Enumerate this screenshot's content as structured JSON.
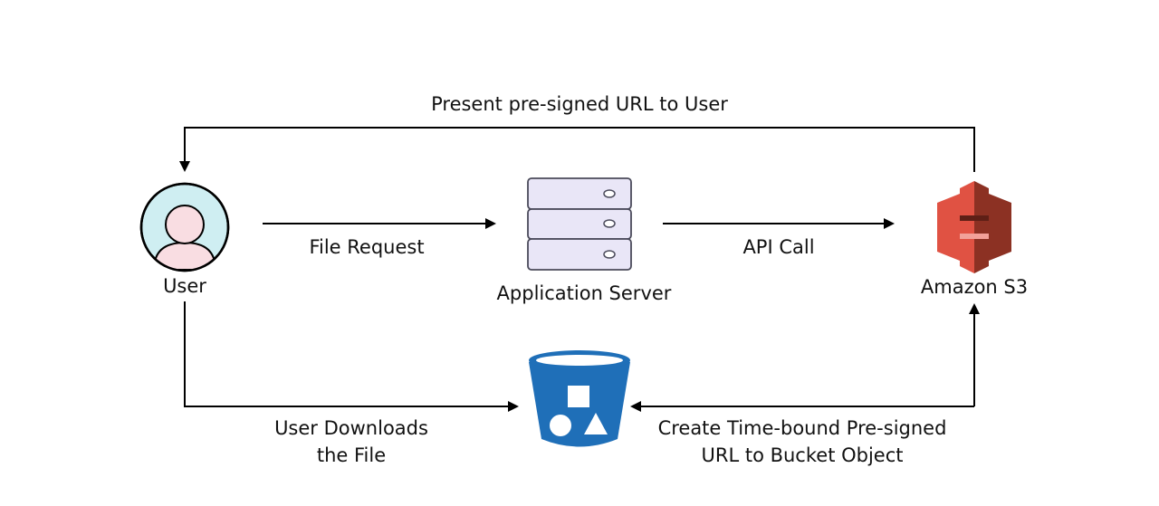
{
  "nodes": {
    "user": {
      "label": "User"
    },
    "server": {
      "label": "Application Server"
    },
    "s3": {
      "label": "Amazon S3"
    }
  },
  "edges": {
    "present_url": {
      "label": "Present pre-signed URL to User"
    },
    "file_request": {
      "label": "File Request"
    },
    "api_call": {
      "label": "API Call"
    },
    "user_downloads": {
      "lines": [
        "User Downloads",
        "the File"
      ]
    },
    "create_url": {
      "lines": [
        "Create Time-bound Pre-signed",
        "URL to Bucket Object"
      ]
    }
  },
  "colors": {
    "line": "#000000",
    "user_ring": "#cfeef2",
    "user_body": "#f9dde2",
    "server_fill": "#e9e6f7",
    "server_stroke": "#4a4a5a",
    "bucket": "#1f6fb8",
    "s3_light": "#e05243",
    "s3_dark": "#8c3123"
  },
  "icons": {
    "user": "user-avatar-icon",
    "server": "server-stack-icon",
    "bucket": "s3-bucket-icon",
    "s3": "amazon-s3-logo-icon"
  }
}
